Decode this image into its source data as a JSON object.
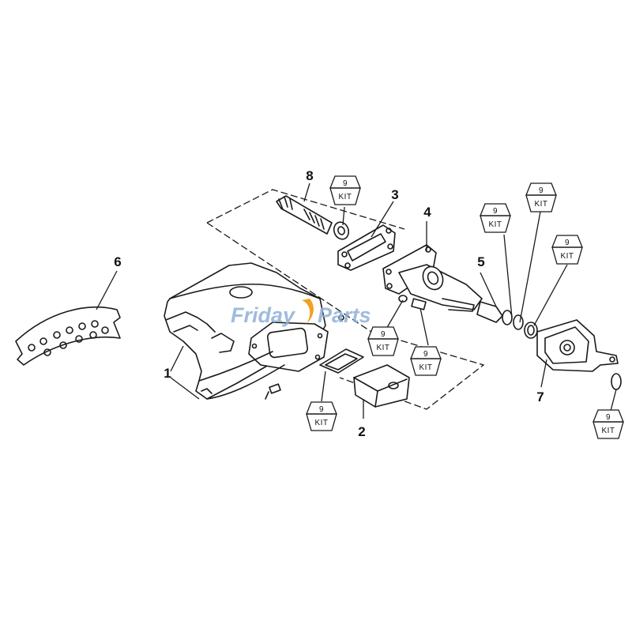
{
  "watermark": {
    "part1": "Friday",
    "part2": "Parts",
    "color": "#8fb0d8",
    "accent": "#f2a01e"
  },
  "callouts": [
    "1",
    "2",
    "3",
    "4",
    "5",
    "6",
    "7",
    "8"
  ],
  "kit_badge": {
    "number": "9",
    "label": "KIT"
  },
  "badge_count": 8
}
